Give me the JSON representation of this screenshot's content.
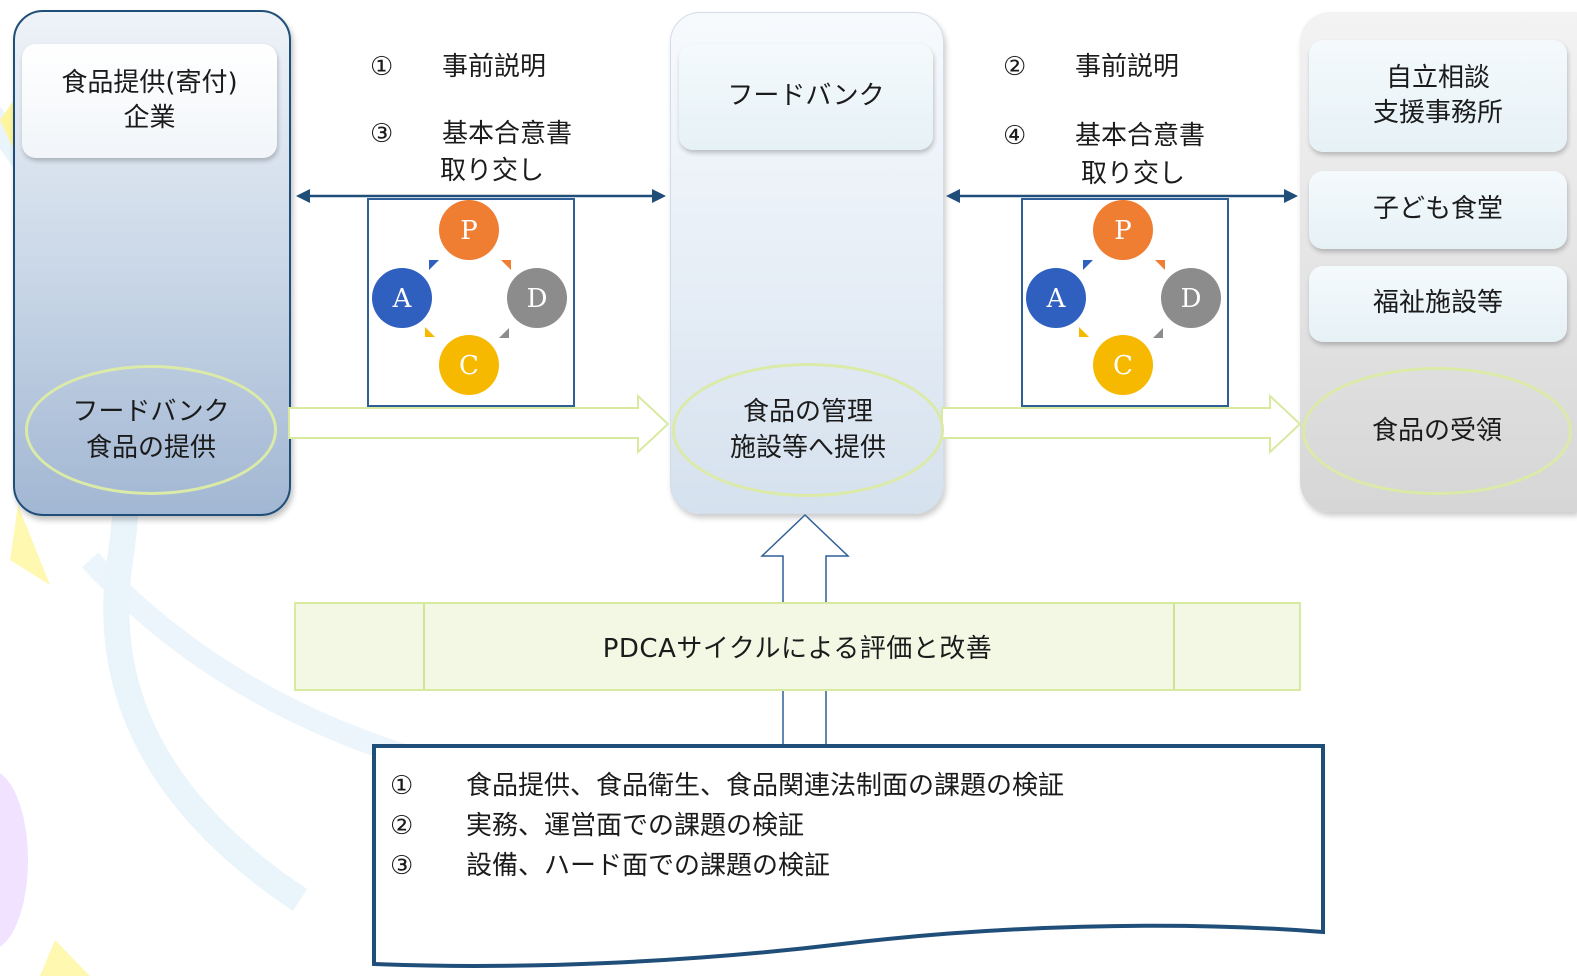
{
  "left_column": {
    "card": "食品提供(寄付)\n企業",
    "oval": "フードバンク\n食品の提供"
  },
  "middle_column": {
    "card": "フードバンク",
    "oval": "食品の管理\n施設等へ提供"
  },
  "right_column": {
    "cards": [
      "自立相談\n支援事務所",
      "子ども食堂",
      "福祉施設等"
    ],
    "oval": "食品の受領"
  },
  "left_steps": [
    {
      "num": "①",
      "text": "事前説明"
    },
    {
      "num": "③",
      "text": "基本合意書"
    }
  ],
  "left_steps_sub": "取り交し",
  "right_steps": [
    {
      "num": "②",
      "text": "事前説明"
    },
    {
      "num": "④",
      "text": "基本合意書"
    }
  ],
  "right_steps_sub": "取り交し",
  "pdca": {
    "p": "P",
    "d": "D",
    "c": "C",
    "a": "A"
  },
  "band": {
    "text": "PDCAサイクルによる評価と改善"
  },
  "document": {
    "lines": [
      {
        "num": "①",
        "text": "食品提供、食品衛生、食品関連法制面の課題の検証"
      },
      {
        "num": "②",
        "text": "実務、運営面での課題の検証"
      },
      {
        "num": "③",
        "text": "設備、ハード面での課題の検証"
      }
    ]
  },
  "colors": {
    "blue_arrow": "#1f4e79",
    "green_arrow": "#d7ea9f",
    "p": "#ef7d32",
    "d": "#8c8c8c",
    "c": "#f6b900",
    "a": "#2f5fbf"
  }
}
